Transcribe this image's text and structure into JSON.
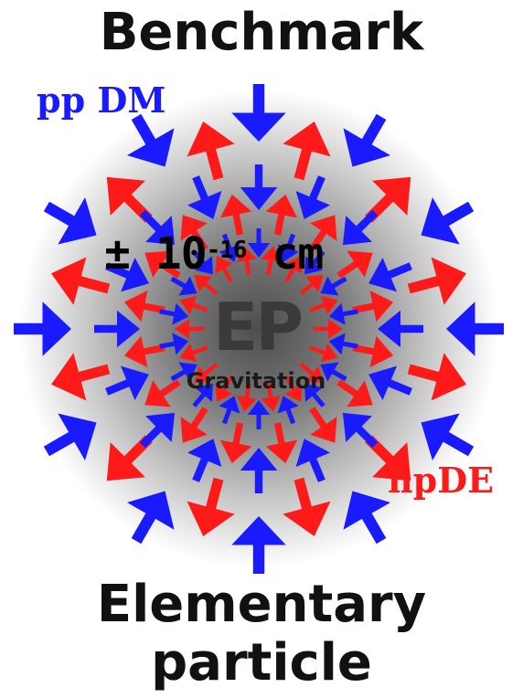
{
  "title_top": "Benchmark",
  "title_bottom_line1": "Elementary",
  "title_bottom_line2": "particle",
  "label_dm": "pp DM",
  "label_de": "npDE",
  "scale_prefix": "± 10",
  "scale_exponent": "-16",
  "scale_unit": " cm",
  "center_label": "EP",
  "center_sublabel": "Gravitation",
  "colors": {
    "inward_arrows": "#1a1aff",
    "outward_arrows": "#ff1a1a",
    "sphere_center": "#5a5a5a",
    "sphere_edge": "#ffffff",
    "text_dark": "#111111"
  },
  "arrow_meaning": {
    "inward": "pp DM",
    "outward": "npDE"
  }
}
